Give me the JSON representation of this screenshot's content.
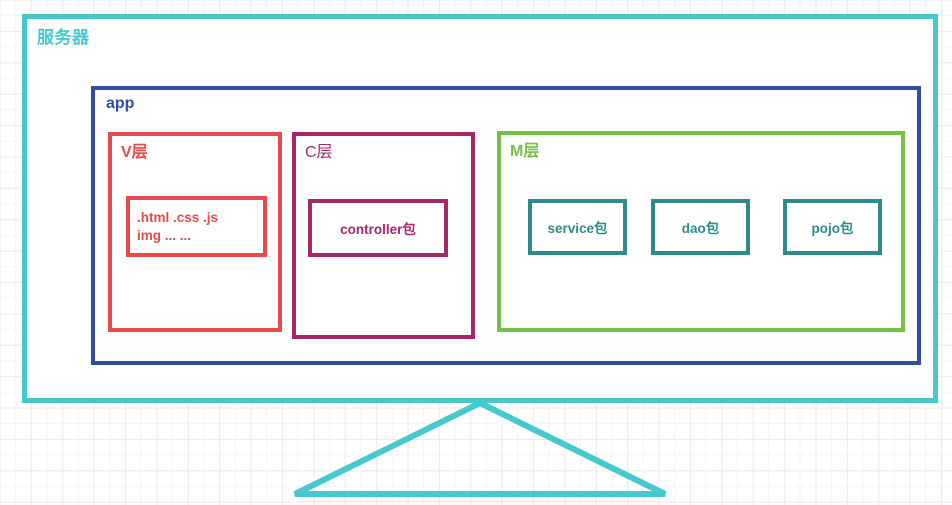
{
  "diagram": {
    "title": "服务器",
    "stand_icon": "monitor-stand-triangle",
    "colors": {
      "server": "#45C9CE",
      "app": "#2F4FA0",
      "v_layer": "#E8494A",
      "c_layer": "#A4286A",
      "m_layer": "#76C043",
      "package": "#2E8B8B",
      "grid_minor": "#f5f5f5",
      "grid_major": "#ececec",
      "background": "#ffffff"
    },
    "app": {
      "title": "app",
      "v_layer": {
        "title": "V层",
        "assets": {
          "line1": ".html .css .js",
          "line2": "img  ... ..."
        }
      },
      "c_layer": {
        "title": "C层",
        "package": "controller包"
      },
      "m_layer": {
        "title": "M层",
        "packages": [
          {
            "label": "service包"
          },
          {
            "label": "dao包"
          },
          {
            "label": "pojo包"
          }
        ]
      }
    }
  }
}
